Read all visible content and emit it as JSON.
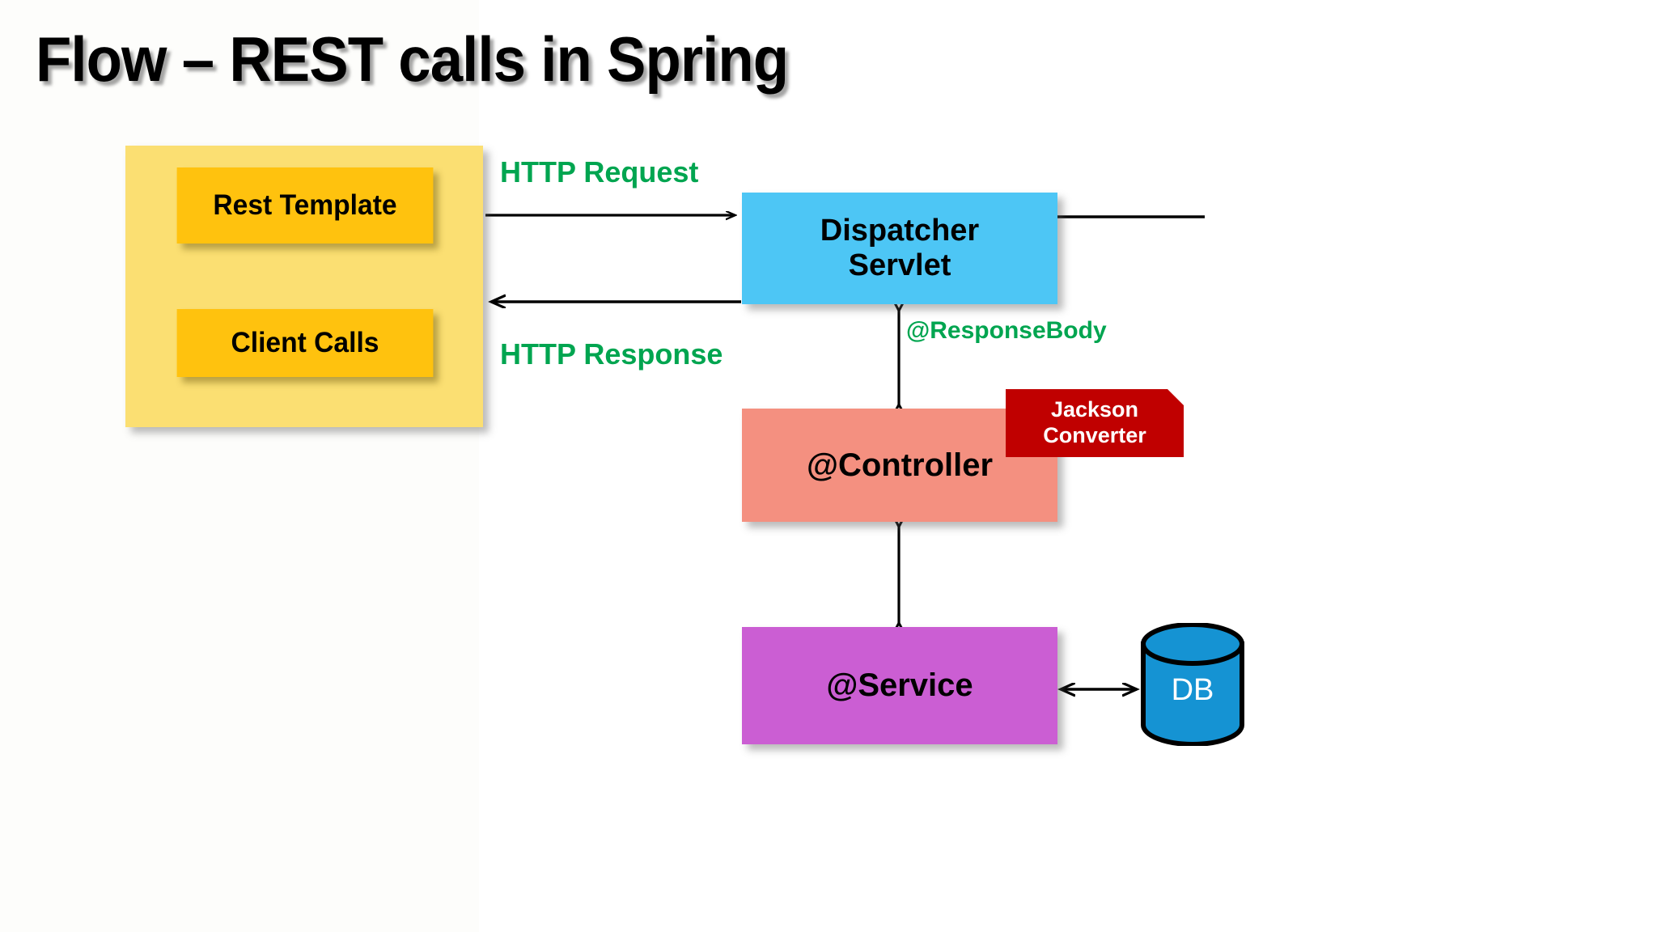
{
  "slide": {
    "title": "Flow – REST calls in Spring",
    "background_color": "#ffffff"
  },
  "colors": {
    "client_panel": "#fbdf72",
    "client_inner": "#ffc20e",
    "dispatcher_servlet": "#4dc6f5",
    "controller": "#f49080",
    "service": "#cb5ed3",
    "jackson_converter": "#c00000",
    "database": "#1593d3",
    "label_green": "#00a550",
    "arrow_black": "#000000"
  },
  "nodes": {
    "client_panel": {
      "name": "client-panel",
      "items": [
        {
          "label": "Rest Template"
        },
        {
          "label": "Client Calls"
        }
      ]
    },
    "dispatcher_servlet": {
      "line1": "Dispatcher",
      "line2": "Servlet"
    },
    "controller": {
      "label": "@Controller"
    },
    "service": {
      "label": "@Service"
    },
    "jackson_converter": {
      "line1": "Jackson",
      "line2": "Converter"
    },
    "database": {
      "label": "DB"
    }
  },
  "edge_labels": {
    "http_request": "HTTP Request",
    "http_response": "HTTP Response",
    "response_body": "@ResponseBody"
  },
  "edges": [
    {
      "from": "Rest Template",
      "to": "Dispatcher Servlet",
      "label": "HTTP Request",
      "direction": "right"
    },
    {
      "from": "Dispatcher Servlet",
      "to": "Client Calls",
      "label": "HTTP Response",
      "direction": "left"
    },
    {
      "from": "Dispatcher Servlet",
      "to": "@Controller",
      "label": "@ResponseBody",
      "direction": "both"
    },
    {
      "from": "@Controller",
      "to": "@Service",
      "label": "",
      "direction": "both"
    },
    {
      "from": "@Service",
      "to": "DB",
      "label": "",
      "direction": "both"
    },
    {
      "from": "Dispatcher Servlet",
      "to": "",
      "label": "",
      "direction": "none"
    }
  ]
}
